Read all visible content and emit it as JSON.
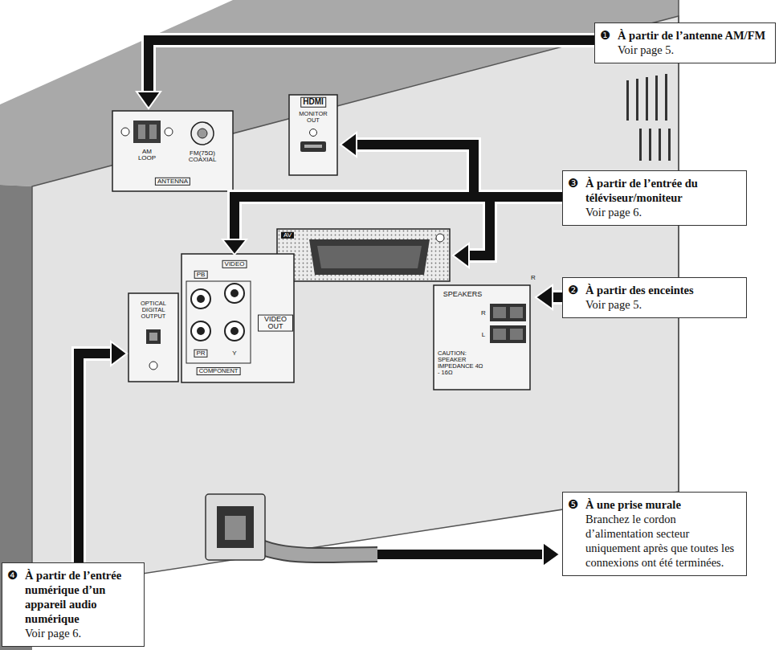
{
  "diagram": {
    "nodes": [
      {
        "text": [
          "❶",
          "À partir de l’antenne AM/FM",
          "Voir page 5."
        ]
      },
      {
        "text": [
          "❸",
          "À partir de l’entrée du téléviseur/moniteur",
          "Voir page 6."
        ]
      },
      {
        "text": [
          "❷",
          "À partir des enceintes",
          "Voir page 5."
        ]
      },
      {
        "text": [
          "❺",
          "À une prise murale",
          "Branchez le cordon d’alimentation secteur uniquement après que toutes les connexions ont été terminées."
        ]
      },
      {
        "text": [
          "❹",
          "À partir de l’entrée numérique d’un appareil audio numérique",
          "Voir page 6."
        ]
      }
    ],
    "labels": [
      "AM LOOP",
      "FM(75Ω) COAXIAL",
      "ANTENNA",
      "HDMI",
      "MONITOR OUT",
      "AV",
      "SPEAKERS",
      "R",
      "R",
      "L",
      "CAUTION: SPEAKER IMPEDANCE 4Ω - 16Ω",
      "OPTICAL DIGITAL OUTPUT",
      "PB",
      "VIDEO",
      "PR",
      "Y",
      "VIDEO OUT",
      "COMPONENT"
    ]
  }
}
